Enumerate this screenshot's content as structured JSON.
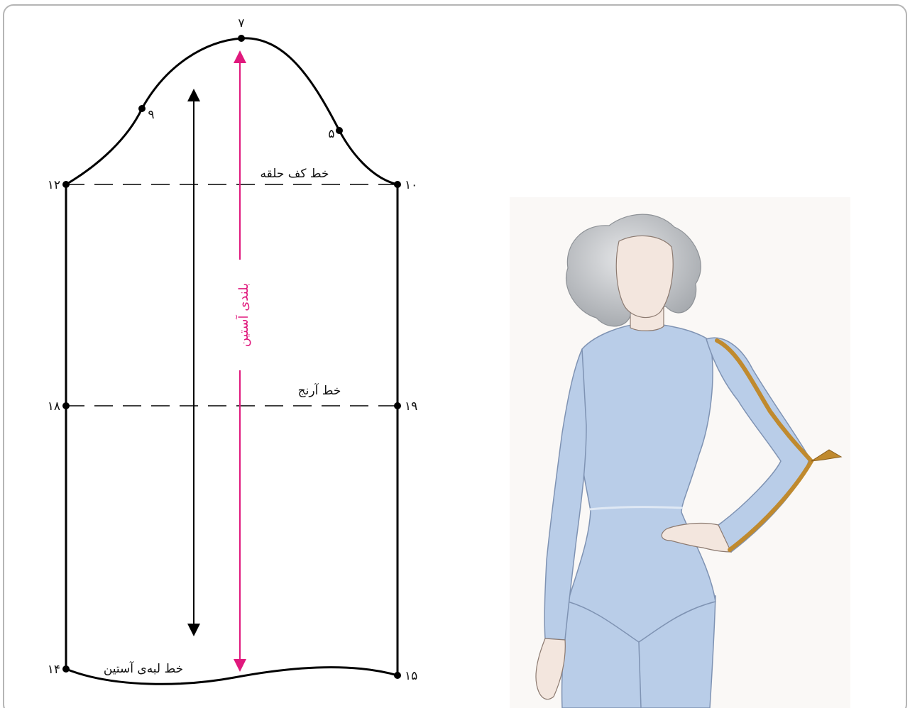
{
  "pattern": {
    "points": {
      "p7": "۷",
      "p9": "۹",
      "p5": "۵",
      "p10": "۱۰",
      "p12": "۱۲",
      "p18": "۱۸",
      "p19": "۱۹",
      "p14": "۱۴",
      "p15": "۱۵"
    },
    "lines": {
      "armhole_base": "خط کف حلقه",
      "elbow": "خط آرنج",
      "hem": "خط لبه‌ی آستین"
    },
    "sleeve_length_label": "بلندی آستین"
  },
  "colors": {
    "frame_border": "#b5b5b5",
    "outline": "#000000",
    "measure_line": "#e0197d",
    "garment": "#b9cde8",
    "hair": "#c7c9cc",
    "skin": "#f3e6de",
    "tape": "#c08a2e"
  },
  "illustration": {
    "subject": "woman-in-light-blue-bodysuit-measuring-sleeve",
    "icon": "measuring-tape-icon"
  }
}
